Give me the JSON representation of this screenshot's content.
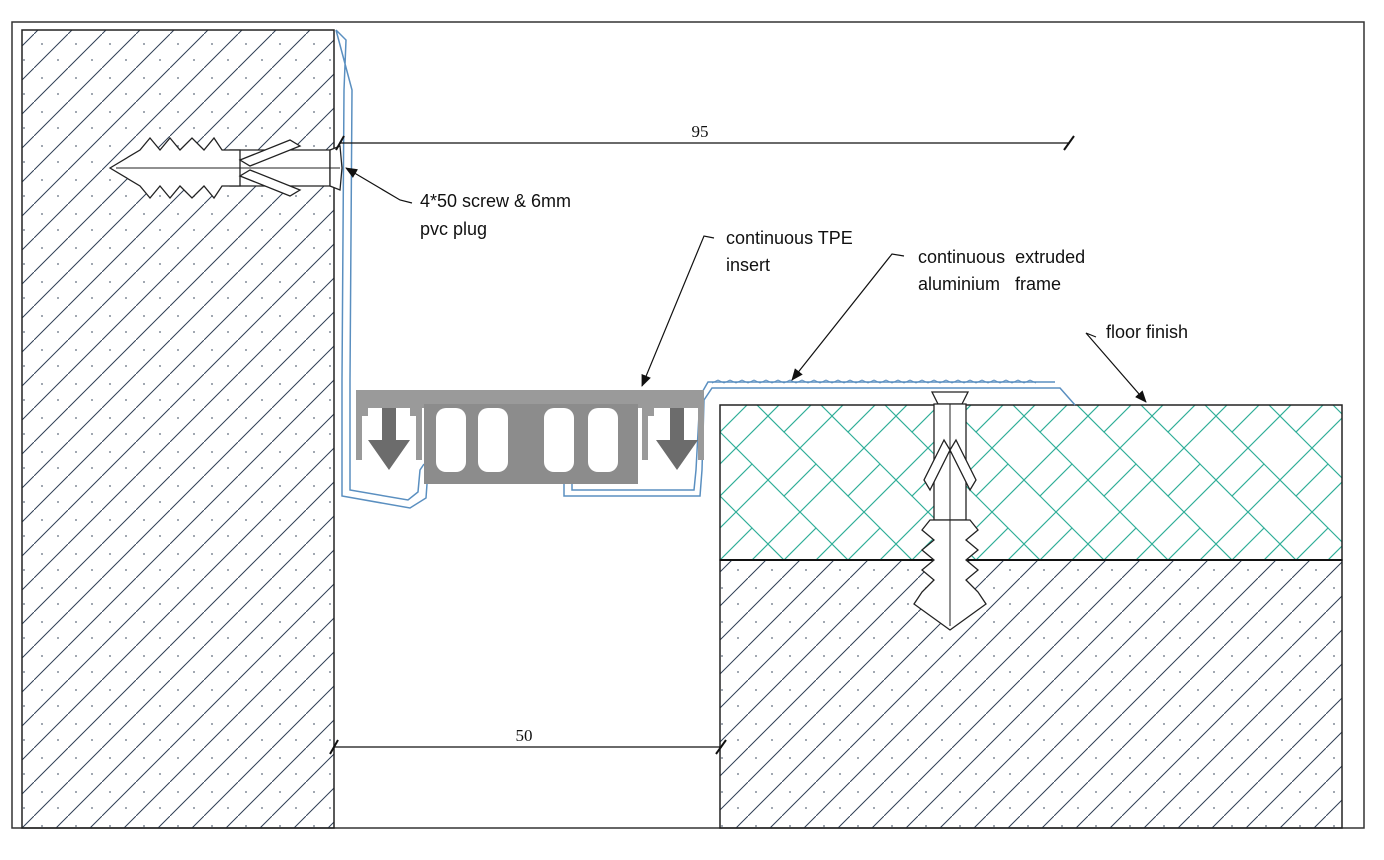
{
  "diagram": {
    "dimensions": {
      "gap_width": "50",
      "frame_width": "95"
    },
    "callouts": {
      "screw": [
        "4*50 screw & 6mm",
        "pvc plug"
      ],
      "insert": [
        "continuous TPE",
        "insert"
      ],
      "frame": [
        "continuous  extruded",
        "aluminium   frame"
      ],
      "floor": "floor finish"
    }
  },
  "colors": {
    "outline": "#222222",
    "hatch": "#2f3f55",
    "frame": "#5a8fc0",
    "floor_finish_pattern": "#2fae98",
    "insert_grey": "#8c8c8c",
    "insert_dark": "#6c6c6c"
  }
}
